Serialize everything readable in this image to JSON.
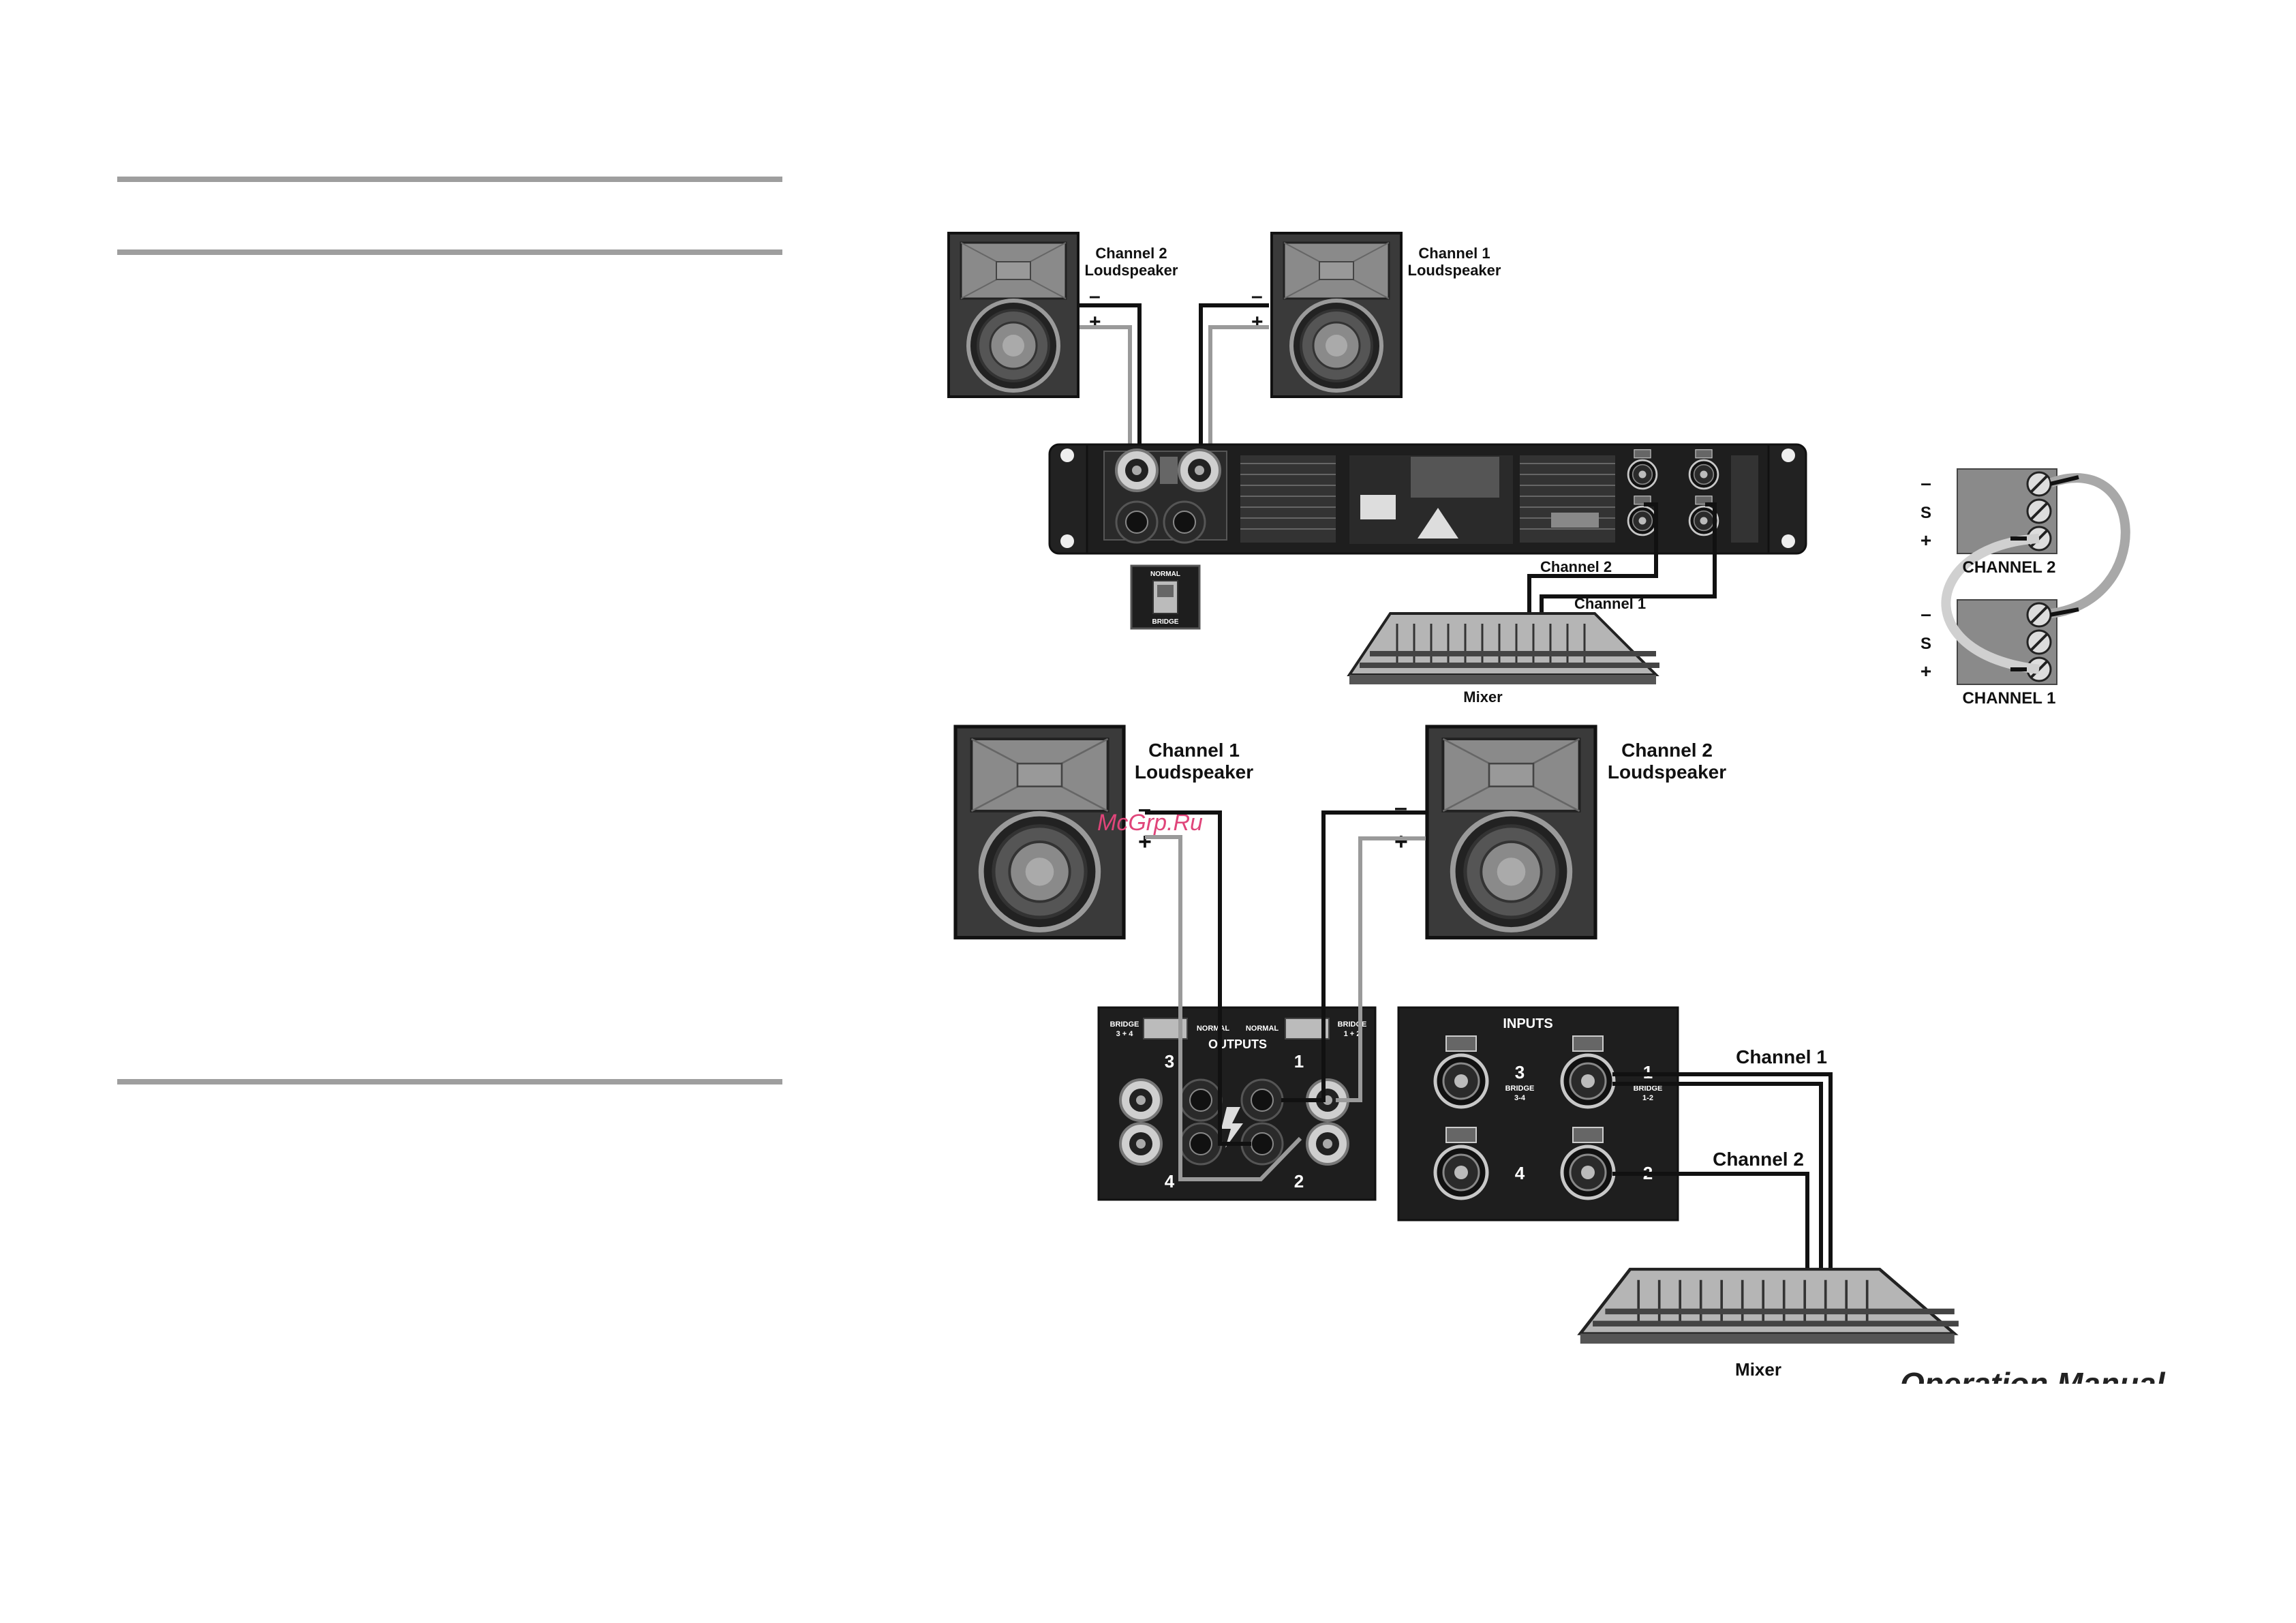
{
  "top": {
    "speaker_left": [
      "Channel 2",
      "Loudspeaker"
    ],
    "speaker_right": [
      "Channel 1",
      "Loudspeaker"
    ],
    "cable_ch2": "Channel 2",
    "cable_ch1": "Channel 1",
    "mixer": "Mixer",
    "switch_top": "NORMAL",
    "switch_bottom": "BRIDGE"
  },
  "terminal": {
    "ch2": "CHANNEL 2",
    "ch1": "CHANNEL 1",
    "minus": "–",
    "s": "S",
    "plus": "+"
  },
  "bottom": {
    "speaker_left": [
      "Channel 1",
      "Loudspeaker"
    ],
    "speaker_right": [
      "Channel 2",
      "Loudspeaker"
    ],
    "outputs_title": "OUTPUTS",
    "inputs_title": "INPUTS",
    "bridge_34": [
      "BRIDGE",
      "3 + 4"
    ],
    "bridge_12": [
      "BRIDGE",
      "1 + 2"
    ],
    "normal": "NORMAL",
    "out_nums": [
      "3",
      "1",
      "4",
      "2"
    ],
    "in_nums": [
      "3",
      "1",
      "4",
      "2"
    ],
    "in_bridge_34": [
      "BRIDGE",
      "3-4"
    ],
    "in_bridge_12": [
      "BRIDGE",
      "1-2"
    ],
    "cable_ch1": "Channel 1",
    "cable_ch2": "Channel 2",
    "mixer": "Mixer"
  },
  "watermark": "McGrp.Ru",
  "footer": "Operation Manual",
  "polarity": {
    "minus": "–",
    "plus": "+"
  },
  "colors": {
    "cable_dark": "#111111",
    "cable_light": "#9a9a9a",
    "panel": "#1e1e1e",
    "watermark": "#e0457a"
  }
}
